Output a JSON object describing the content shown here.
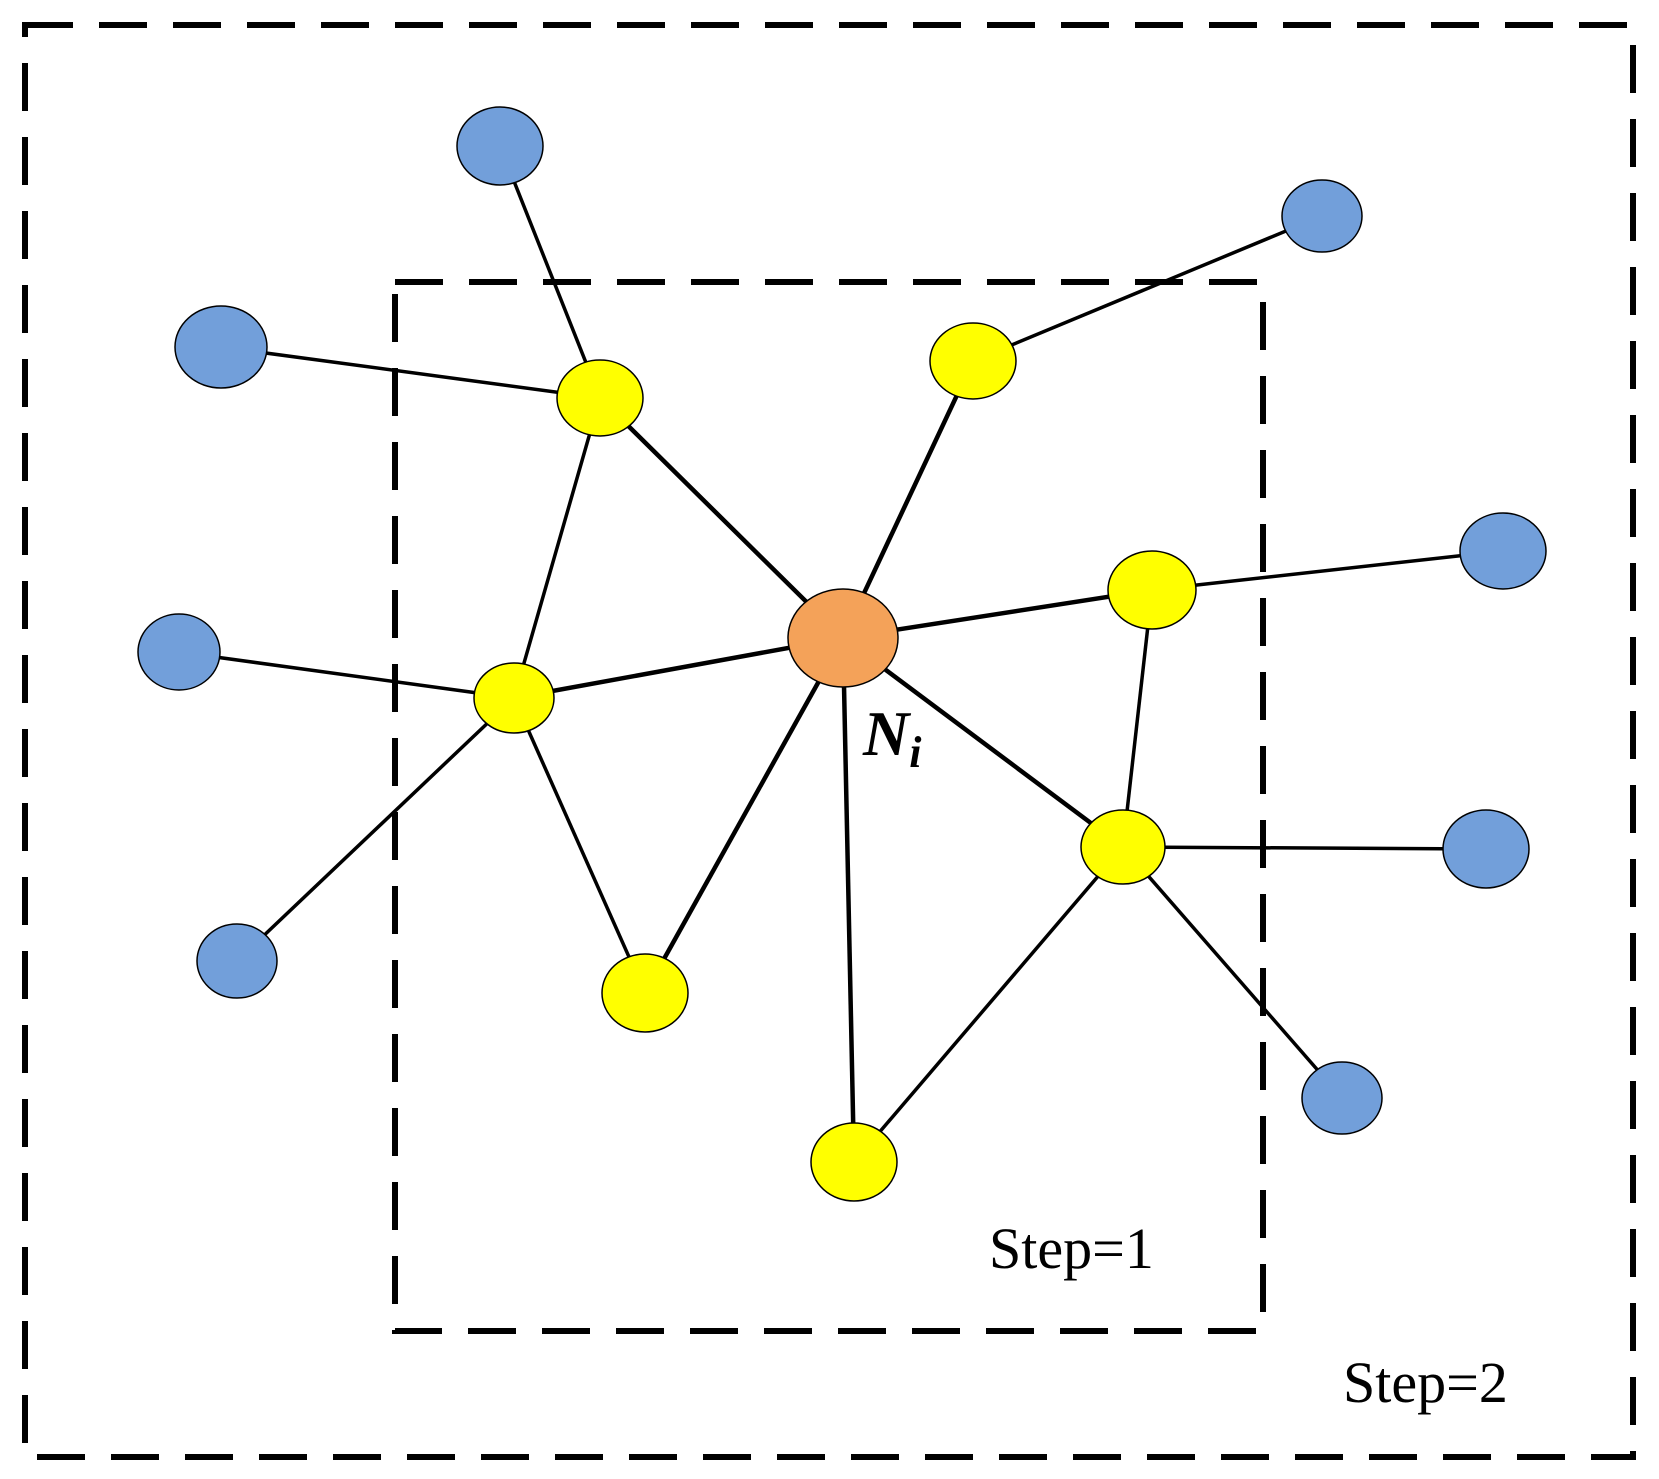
{
  "labels": {
    "step1": "Step=1",
    "step2": "Step=2",
    "center_main": "N",
    "center_sub": "i"
  },
  "colors": {
    "center": "#F4A259",
    "hop1": "#FFFF00",
    "hop2": "#729FDA",
    "line": "#000000"
  },
  "graph": {
    "center": {
      "id": "Ni",
      "type": "center"
    },
    "hop1_nodes": [
      "y1",
      "y2",
      "y3",
      "y4",
      "y5",
      "y6",
      "y7"
    ],
    "hop2_nodes": [
      "b1",
      "b2",
      "b3",
      "b4",
      "b5",
      "b6",
      "b7",
      "b8",
      "b9"
    ],
    "edges": [
      [
        "Ni",
        "y1"
      ],
      [
        "Ni",
        "y2"
      ],
      [
        "Ni",
        "y3"
      ],
      [
        "Ni",
        "y4"
      ],
      [
        "Ni",
        "y5"
      ],
      [
        "Ni",
        "y6"
      ],
      [
        "Ni",
        "y7"
      ],
      [
        "y1",
        "y3"
      ],
      [
        "y3",
        "y5"
      ],
      [
        "y4",
        "y6"
      ],
      [
        "y6",
        "y7"
      ],
      [
        "y1",
        "b1"
      ],
      [
        "y1",
        "b2"
      ],
      [
        "y2",
        "b3"
      ],
      [
        "y3",
        "b4"
      ],
      [
        "y3",
        "b5"
      ],
      [
        "y4",
        "b6"
      ],
      [
        "y6",
        "b7"
      ],
      [
        "y6",
        "b8"
      ]
    ]
  }
}
